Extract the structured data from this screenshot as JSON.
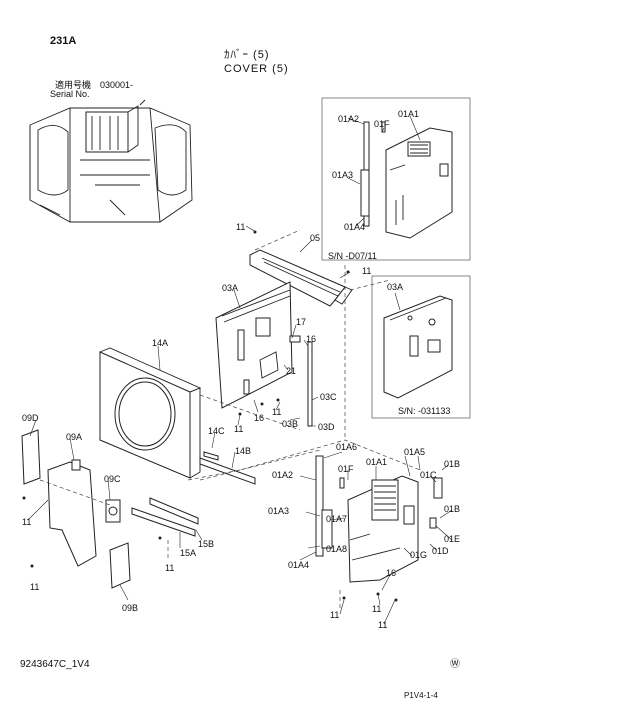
{
  "header": {
    "page_code": "231A",
    "title_jp": "ｶﾊﾞｰ (5)",
    "title_en": "COVER (5)",
    "serial_label_jp": "適用号機",
    "serial_label_en": "Serial No.",
    "serial_value": "030001-"
  },
  "insets": {
    "upper_sn": "S/N -D07/11",
    "lower_sn": "S/N: -031133"
  },
  "labels": {
    "l_11_a": "11",
    "l_05": "05",
    "l_11_b": "11",
    "l_03a_main": "03A",
    "l_17": "17",
    "l_16_a": "16",
    "l_21": "21",
    "l_03c": "03C",
    "l_03b": "03B",
    "l_03d": "03D",
    "l_11_c": "11",
    "l_11_d": "11",
    "l_16_b": "16",
    "l_14a": "14A",
    "l_14c": "14C",
    "l_14b": "14B",
    "l_09d": "09D",
    "l_09a": "09A",
    "l_09c": "09C",
    "l_09b": "09B",
    "l_11_e": "11",
    "l_11_f": "11",
    "l_11_g": "11",
    "l_15a": "15A",
    "l_15b": "15B",
    "l_01a2_top": "01A2",
    "l_01a1_top": "01A1",
    "l_01f_top": "01F",
    "l_01a3_top": "01A3",
    "l_01a4_top": "01A4",
    "l_03a_inset": "03A",
    "l_01a6": "01A6",
    "l_01a5": "01A5",
    "l_01f_bot": "01F",
    "l_01a1_bot": "01A1",
    "l_01a2_bot": "01A2",
    "l_01c": "01C",
    "l_01b_a": "01B",
    "l_01b_b": "01B",
    "l_01a3_bot": "01A3",
    "l_01a7": "01A7",
    "l_01e": "01E",
    "l_01a8": "01A8",
    "l_01g": "01G",
    "l_01d": "01D",
    "l_01a4_bot": "01A4",
    "l_16_c": "16",
    "l_11_h": "11",
    "l_11_i": "11",
    "l_11_j": "11"
  },
  "footer": {
    "drawing_no": "9243647C_1V4",
    "page_ref": "P1V4-1-4",
    "mark": "Ⓦ"
  }
}
